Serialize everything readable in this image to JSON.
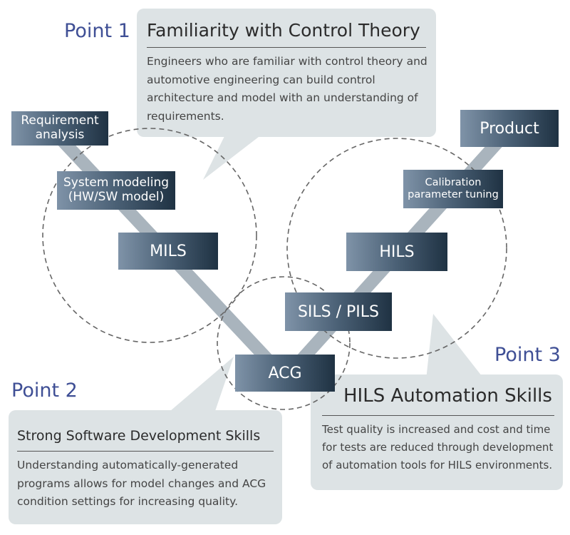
{
  "colors": {
    "accent": "#3f4f95",
    "callout_bg": "#dde3e5",
    "v_track": "#a9b4bd",
    "stage_dark": "#1f3243",
    "stage_light": "#7f93a8"
  },
  "point1": {
    "label": "Point 1",
    "title": "Familiarity with Control Theory",
    "body": "Engineers who are familiar with control theory and automotive engineering can build control architecture and model with an understanding of requirements."
  },
  "point2": {
    "label": "Point 2",
    "title": "Strong Software Development Skills",
    "body": "Understanding automatically-generated programs allows for model changes and ACG condition settings for increasing quality."
  },
  "point3": {
    "label": "Point 3",
    "title": "HILS Automation Skills",
    "body": "Test quality is increased and cost and time for tests are reduced through development of automation tools for HILS environments."
  },
  "stages": {
    "requirement_analysis": "Requirement analysis",
    "system_modeling": "System modeling (HW/SW model)",
    "mils": "MILS",
    "acg": "ACG",
    "sils_pils": "SILS / PILS",
    "hils": "HILS",
    "calibration": "Calibration parameter tuning",
    "product": "Product"
  }
}
